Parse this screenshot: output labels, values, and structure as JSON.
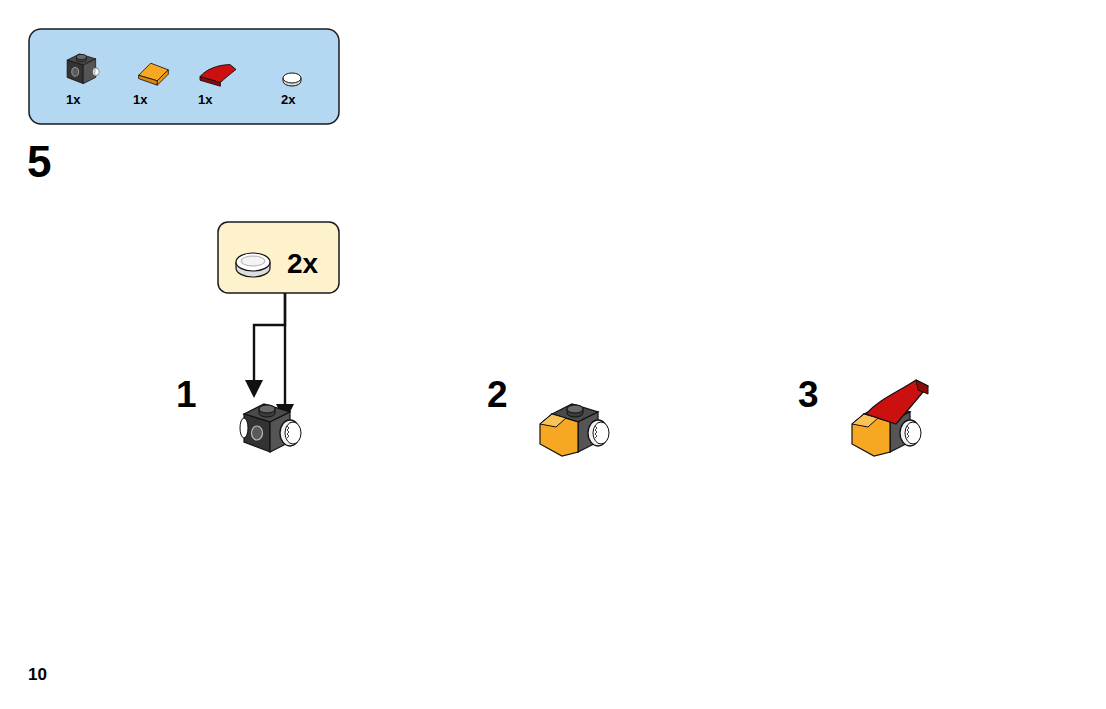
{
  "diagram": {
    "nodes": [
      {
        "text": [
          "1x",
          "1x",
          "1x",
          "2x"
        ]
      },
      {
        "text": [
          "2x"
        ]
      }
    ],
    "labels": [
      "5",
      "1",
      "2",
      "3",
      "10"
    ]
  }
}
